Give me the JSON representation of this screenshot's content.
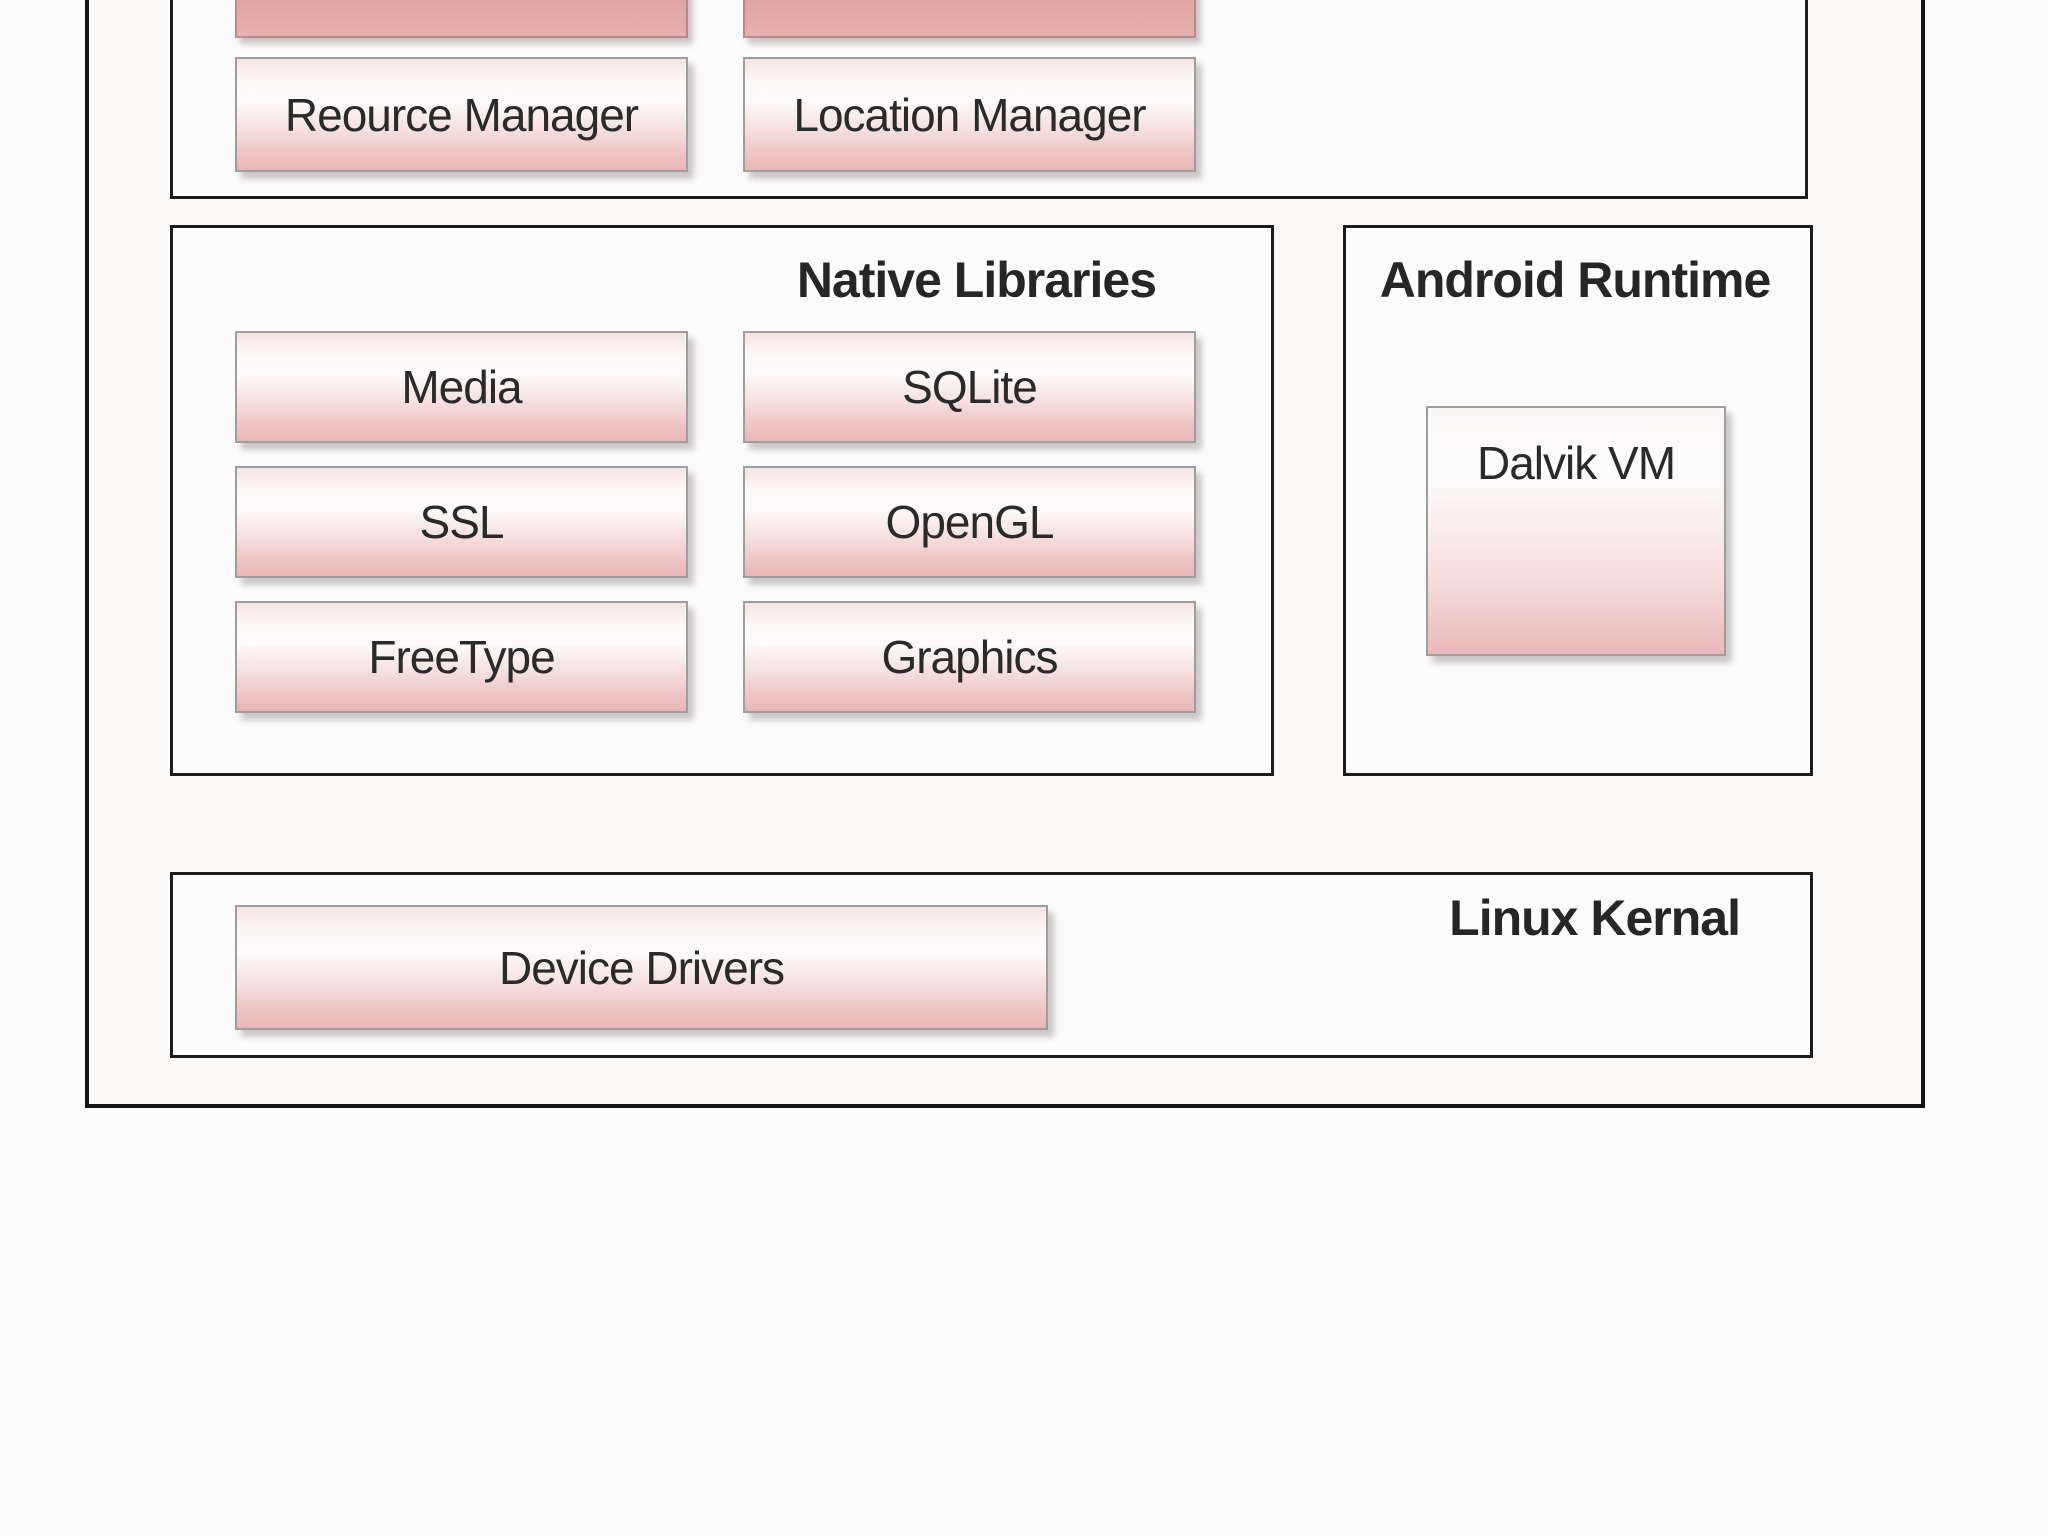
{
  "diagram": {
    "title_hint": "Android software stack diagram (partially cut off at top)",
    "colors": {
      "background": "#fcfbfb",
      "outer_border": "#161616",
      "section_border": "#1c1c1c",
      "box_border": "#9e9e9e",
      "box_gradient_top": "#fdfbfb",
      "box_gradient_bottom": "#e9b6b6",
      "cut_box_pink": "#dca0a0",
      "text": "#262626"
    },
    "sections": {
      "application_framework": {
        "cut_boxes": [
          "",
          ""
        ],
        "boxes": [
          {
            "label": "Reource Manager"
          },
          {
            "label": "Location Manager"
          }
        ]
      },
      "native_libraries": {
        "title": "Native Libraries",
        "boxes": [
          {
            "label": "Media"
          },
          {
            "label": "SQLite"
          },
          {
            "label": "SSL"
          },
          {
            "label": "OpenGL"
          },
          {
            "label": "FreeType"
          },
          {
            "label": "Graphics"
          }
        ]
      },
      "android_runtime": {
        "title": "Android Runtime",
        "boxes": [
          {
            "label": "Dalvik VM"
          }
        ]
      },
      "linux_kernel": {
        "title": "Linux Kernal",
        "boxes": [
          {
            "label": "Device Drivers"
          }
        ]
      }
    }
  }
}
